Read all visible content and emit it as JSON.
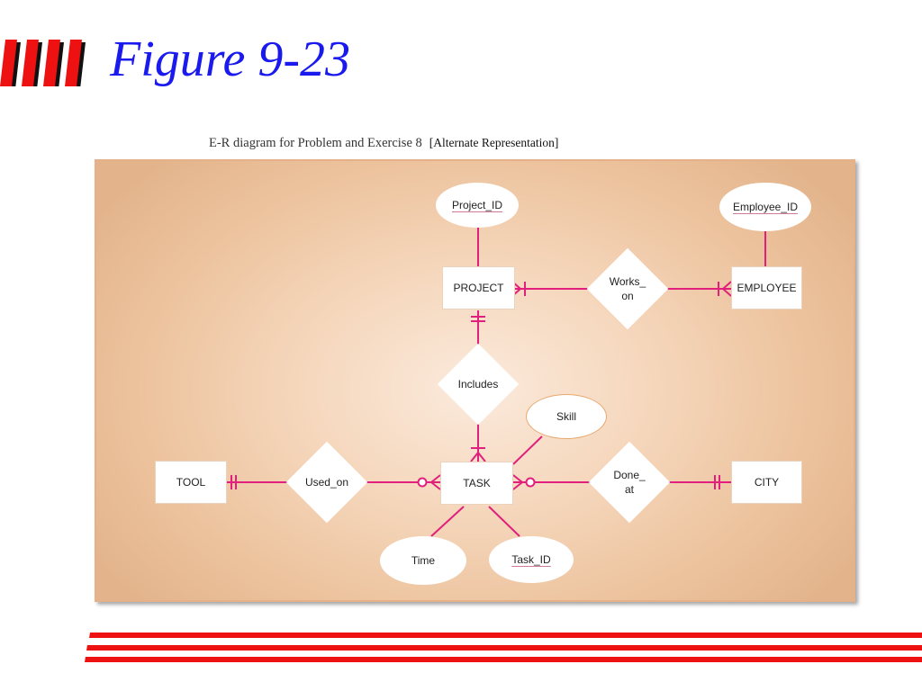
{
  "slide": {
    "title": "Figure 9-23",
    "caption": "E-R diagram for Problem and Exercise 8",
    "caption_note": "[Alternate Representation]"
  },
  "diagram": {
    "entities": {
      "project": "PROJECT",
      "employee": "EMPLOYEE",
      "task": "TASK",
      "tool": "TOOL",
      "city": "CITY"
    },
    "attributes": {
      "project_id": "Project_ID",
      "employee_id": "Employee_ID",
      "skill": "Skill",
      "time": "Time",
      "task_id": "Task_ID"
    },
    "relationships": {
      "works_on": "Works_\non",
      "includes": "Includes",
      "used_on": "Used_on",
      "done_at": "Done_\nat"
    }
  },
  "colors": {
    "title": "#1a1aee",
    "connector": "#e0207c",
    "accent_red": "#ee1111",
    "panel_bg": "#f3d2b4"
  }
}
